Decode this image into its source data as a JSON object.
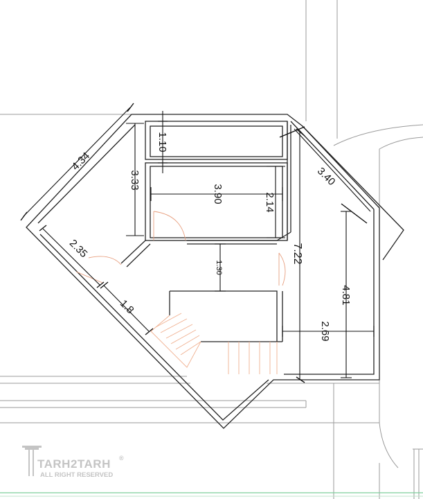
{
  "dimensions": {
    "d_4_34": "4.34",
    "d_3_33": "3.33",
    "d_1_10": "1.10",
    "d_3_90": "3.90",
    "d_2_14": "2.14",
    "d_3_40": "3.40",
    "d_2_35": "2.35",
    "d_1_30": "1.30",
    "d_7_22": "7.22",
    "d_4_81": "4.81",
    "d_1_8": "1.8",
    "d_2_69": "2.69"
  },
  "watermark": {
    "brand": "TARH2TARH",
    "tagline": "ALL RIGHT RESERVED",
    "mark": "®"
  },
  "colors": {
    "line": "#222222",
    "site_line": "#9a9a9a",
    "door_stair": "#e8a080",
    "watermark": "#c4c4c4",
    "bottom_line": "#7ccf9a"
  }
}
